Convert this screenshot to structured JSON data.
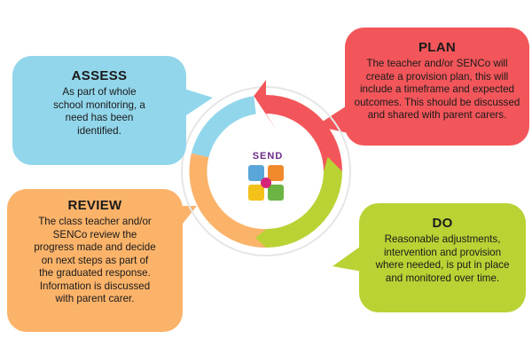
{
  "assess": {
    "title": "ASSESS",
    "lines": [
      "As part of whole",
      "school monitoring, a",
      "need has been",
      "identified."
    ]
  },
  "plan": {
    "title": "PLAN",
    "lines": [
      "The teacher and/or SENCo  will",
      "create a provision plan, this will",
      "include a timeframe and expected",
      "outcomes. This should be discussed",
      "and shared with parent carers."
    ]
  },
  "review": {
    "title": "REVIEW",
    "lines": [
      "The class teacher and/or",
      "SENCo review the",
      "progress made and decide",
      "on next steps as part of",
      "the graduated response.",
      "Information is discussed",
      "with parent carer."
    ]
  },
  "do": {
    "title": "DO",
    "lines": [
      "Reasonable adjustments,",
      "intervention and provision",
      "where needed, is put in place",
      "and monitored over time."
    ]
  },
  "logo": {
    "word": "SEND"
  },
  "colors": {
    "assess": "#92d6eb",
    "plan": "#f2565a",
    "review": "#fbb36a",
    "do": "#bad234",
    "logo_text": "#6b2a86"
  }
}
